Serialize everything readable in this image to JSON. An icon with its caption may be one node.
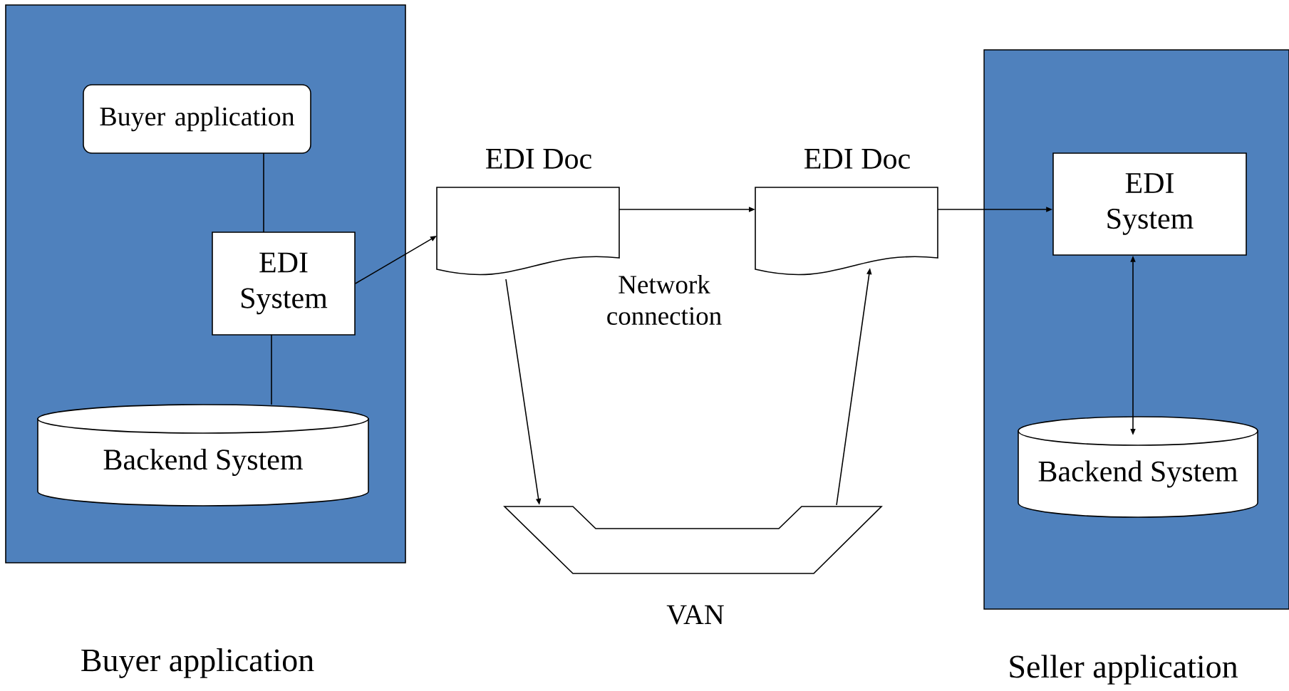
{
  "diagram": {
    "nodes": [
      {
        "text": [
          "Buyer application"
        ]
      },
      {
        "text": [
          "Buyer application"
        ],
        "in": 0
      },
      {
        "text": [
          "EDI System"
        ],
        "in": 0
      },
      {
        "text": [
          "Backend System"
        ],
        "in": 0
      },
      {
        "text": [
          "EDI Doc"
        ]
      },
      {
        "text": [
          "EDI Doc"
        ]
      },
      {
        "text": [
          "VAN"
        ]
      },
      {
        "text": [
          "Seller application"
        ]
      },
      {
        "text": [
          "EDI System"
        ],
        "in": 7
      },
      {
        "text": [
          "Backend System"
        ],
        "in": 7
      }
    ],
    "edges": [
      {
        "from": 1,
        "to": 2,
        "arrow": "none"
      },
      {
        "from": 2,
        "to": 3,
        "arrow": "none"
      },
      {
        "from": 2,
        "to": 4,
        "arrow": "to"
      },
      {
        "from": 4,
        "to": 5,
        "arrow": "to"
      },
      {
        "from": 5,
        "to": 8,
        "arrow": "to"
      },
      {
        "from": 4,
        "to": 6,
        "arrow": "to"
      },
      {
        "from": 6,
        "to": 5,
        "arrow": "to"
      },
      {
        "from": 8,
        "to": 9,
        "arrow": "both"
      }
    ],
    "labels": [
      "Network connection"
    ]
  }
}
